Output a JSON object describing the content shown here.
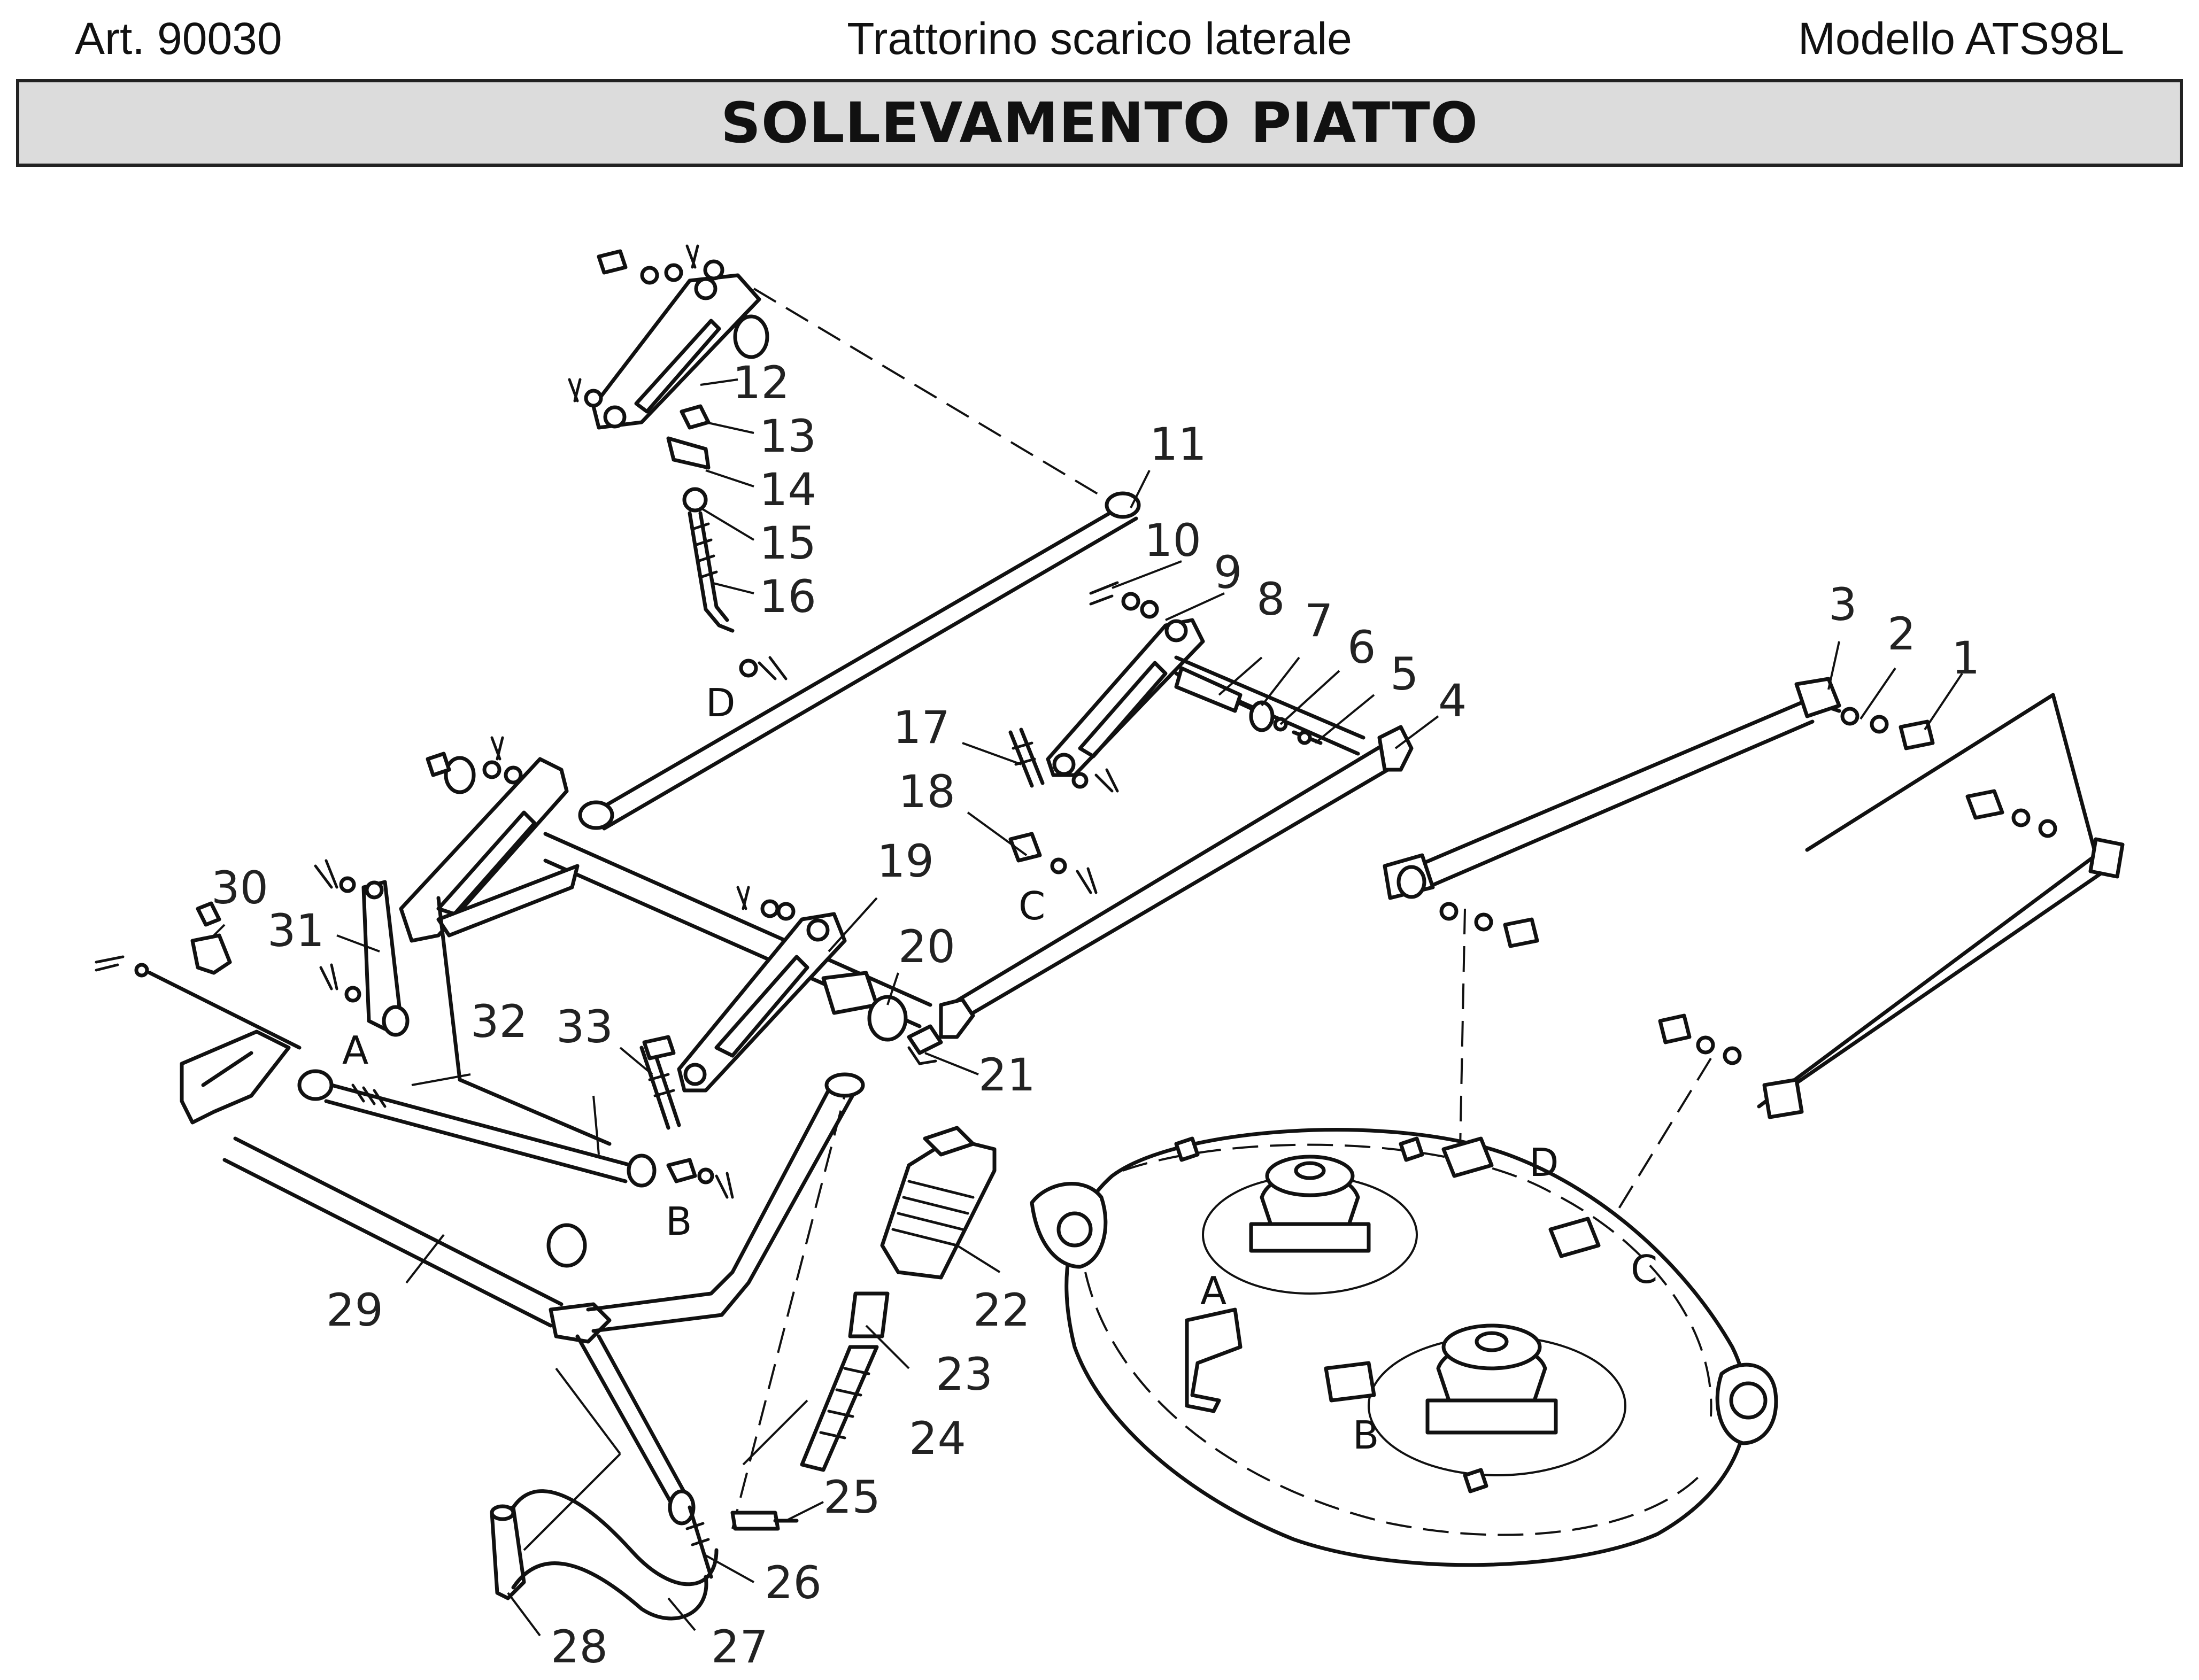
{
  "header": {
    "left": "Art. 90030",
    "center": "Trattorino scarico laterale",
    "right": "Modello ATS98L",
    "title": "SOLLEVAMENTO PIATTO"
  },
  "part_numbers": [
    "1",
    "2",
    "3",
    "4",
    "5",
    "6",
    "7",
    "8",
    "9",
    "10",
    "11",
    "12",
    "13",
    "14",
    "15",
    "16",
    "17",
    "18",
    "19",
    "20",
    "21",
    "22",
    "23",
    "24",
    "25",
    "26",
    "27",
    "28",
    "29",
    "30",
    "31",
    "32",
    "33"
  ],
  "connection_letters": {
    "lift_A": "A",
    "lift_B": "B",
    "lift_C": "C",
    "lift_D": "D",
    "deck_A": "A",
    "deck_B": "B",
    "deck_C": "C",
    "deck_D": "D"
  }
}
